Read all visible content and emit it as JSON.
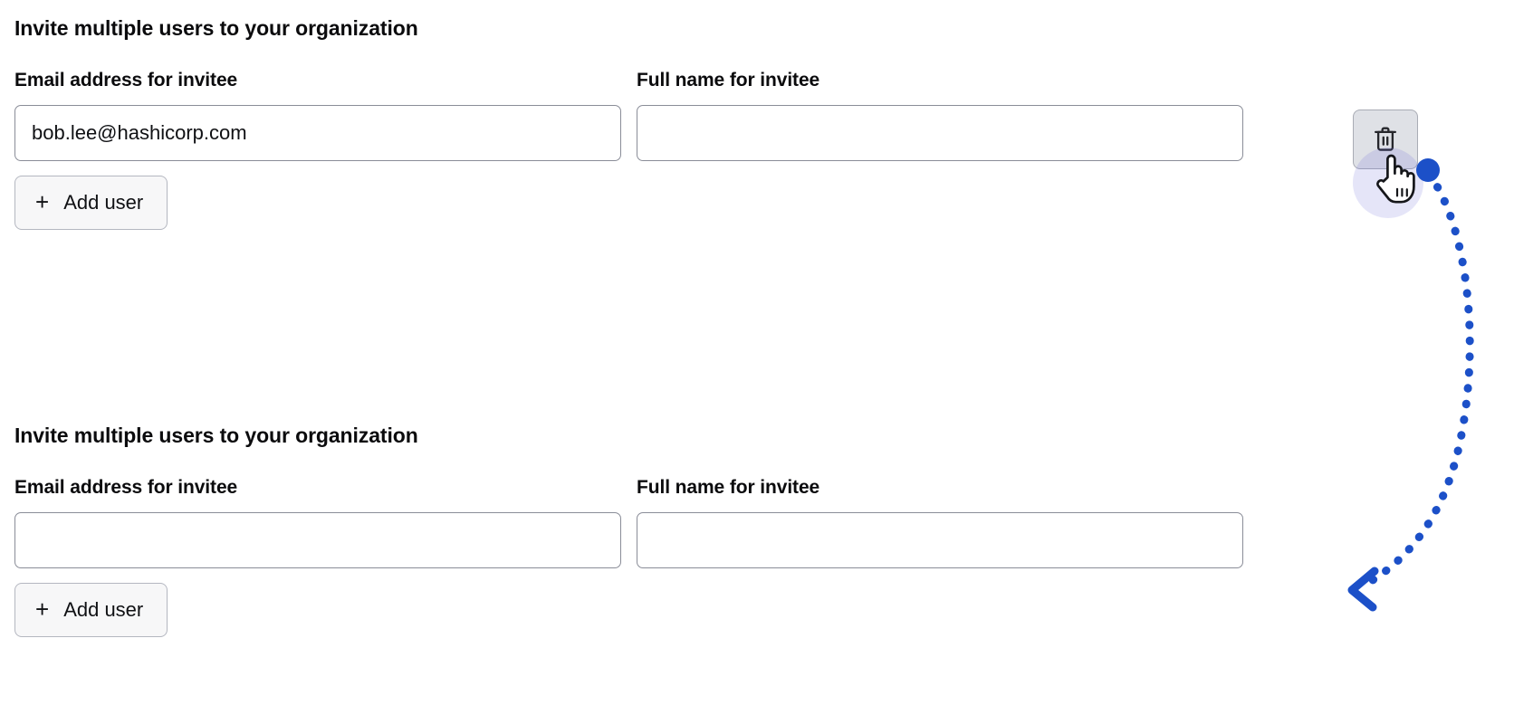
{
  "sections": [
    {
      "heading": "Invite multiple users to your organization",
      "email_label": "Email address for invitee",
      "email_value": "bob.lee@hashicorp.com",
      "email_placeholder": "",
      "name_label": "Full name for invitee",
      "name_value": "",
      "name_placeholder": "",
      "add_user_label": "Add user",
      "add_user_plus": "+",
      "delete_icon": "trash-icon",
      "has_delete": true
    },
    {
      "heading": "Invite multiple users to your organization",
      "email_label": "Email address for invitee",
      "email_value": "",
      "email_placeholder": "",
      "name_label": "Full name for invitee",
      "name_value": "",
      "name_placeholder": "",
      "add_user_label": "Add user",
      "add_user_plus": "+",
      "delete_icon": "trash-icon",
      "has_delete": false
    }
  ],
  "annotation": {
    "cursor_icon": "pointing-hand-cursor",
    "click_dot_icon": "click-point-dot",
    "arrow_icon": "curved-dotted-arrow",
    "accent_color": "#1c50c8",
    "halo_color": "#5b5fd1"
  },
  "colors": {
    "input_border": "#8a8d98",
    "button_background": "#f7f7f8",
    "delete_button_background": "#dfe1e6",
    "text": "#0b0b0d",
    "page_background": "#ffffff"
  }
}
